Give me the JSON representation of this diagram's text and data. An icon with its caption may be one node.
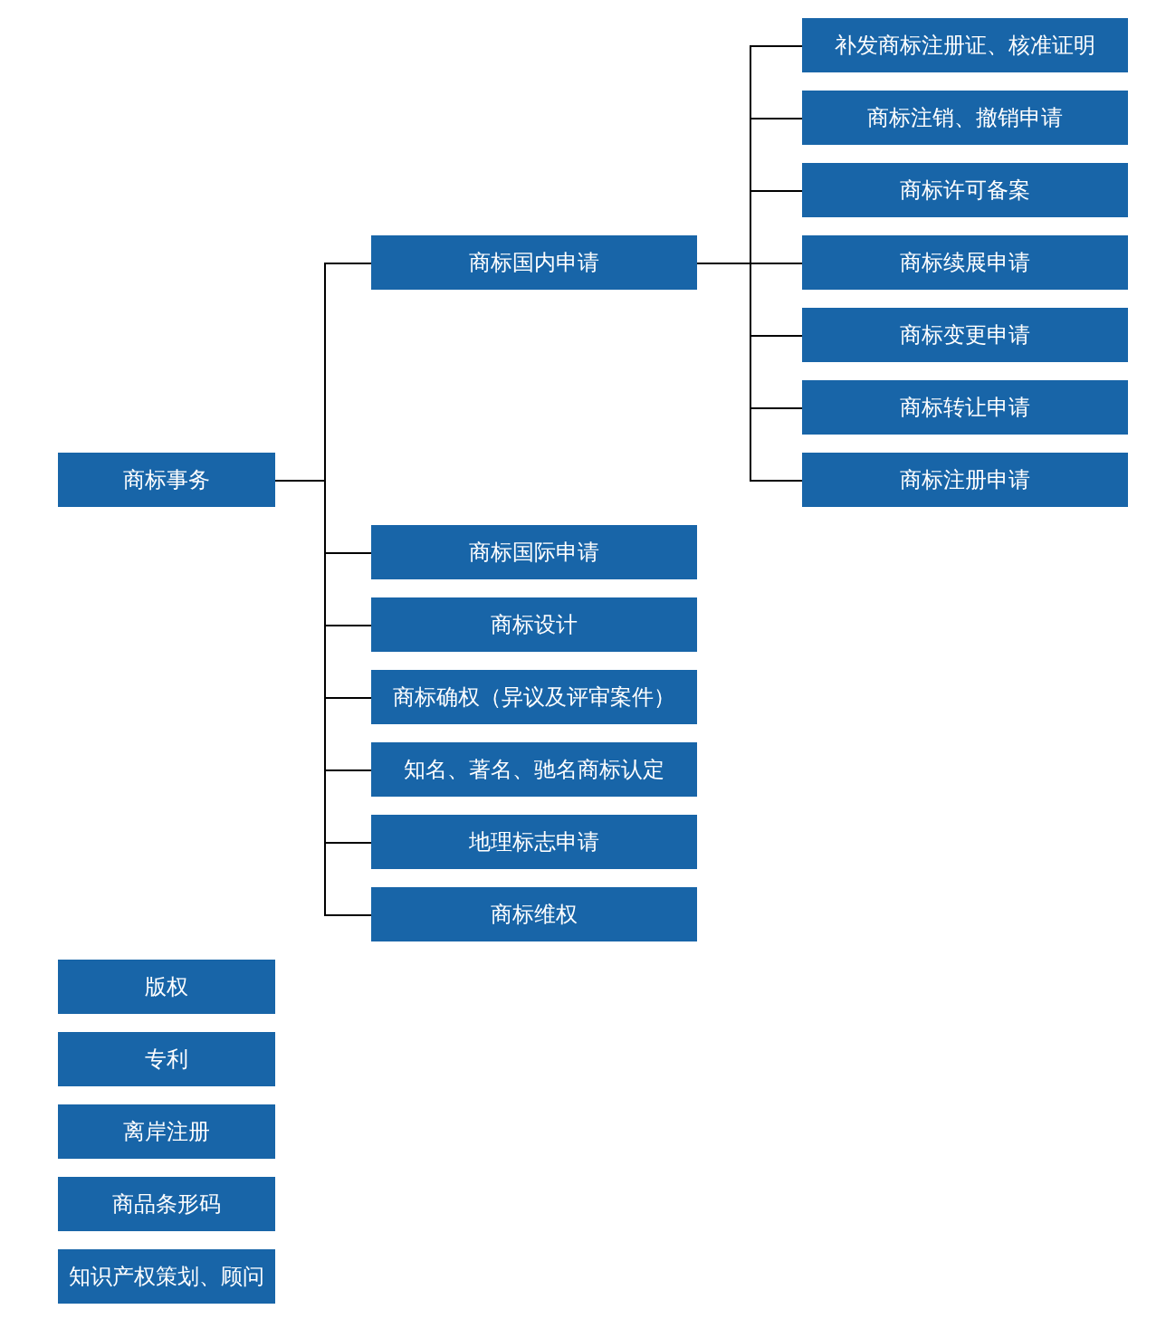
{
  "diagram": {
    "nodes": [
      {
        "text": [
          "商标事务"
        ]
      },
      {
        "text": [
          "商标国内申请"
        ]
      },
      {
        "text": [
          "补发商标注册证、核准证明"
        ]
      },
      {
        "text": [
          "商标注销、撤销申请"
        ]
      },
      {
        "text": [
          "商标许可备案"
        ]
      },
      {
        "text": [
          "商标续展申请"
        ]
      },
      {
        "text": [
          "商标变更申请"
        ]
      },
      {
        "text": [
          "商标转让申请"
        ]
      },
      {
        "text": [
          "商标注册申请"
        ]
      },
      {
        "text": [
          "商标国际申请"
        ]
      },
      {
        "text": [
          "商标设计"
        ]
      },
      {
        "text": [
          "商标确权（异议及评审案件）"
        ]
      },
      {
        "text": [
          "知名、著名、驰名商标认定"
        ]
      },
      {
        "text": [
          "地理标志申请"
        ]
      },
      {
        "text": [
          "商标维权"
        ]
      },
      {
        "text": [
          "版权"
        ]
      },
      {
        "text": [
          "专利"
        ]
      },
      {
        "text": [
          "离岸注册"
        ]
      },
      {
        "text": [
          "商品条形码"
        ]
      },
      {
        "text": [
          "知识产权策划、顾问"
        ]
      }
    ],
    "edges": [
      {
        "from": 0,
        "to": 1,
        "arrow": "none"
      },
      {
        "from": 1,
        "to": 2,
        "arrow": "none"
      },
      {
        "from": 1,
        "to": 3,
        "arrow": "none"
      },
      {
        "from": 1,
        "to": 4,
        "arrow": "none"
      },
      {
        "from": 1,
        "to": 5,
        "arrow": "none"
      },
      {
        "from": 1,
        "to": 6,
        "arrow": "none"
      },
      {
        "from": 1,
        "to": 7,
        "arrow": "none"
      },
      {
        "from": 1,
        "to": 8,
        "arrow": "none"
      },
      {
        "from": 0,
        "to": 9,
        "arrow": "none"
      },
      {
        "from": 0,
        "to": 10,
        "arrow": "none"
      },
      {
        "from": 0,
        "to": 11,
        "arrow": "none"
      },
      {
        "from": 0,
        "to": 12,
        "arrow": "none"
      },
      {
        "from": 0,
        "to": 13,
        "arrow": "none"
      },
      {
        "from": 0,
        "to": 14,
        "arrow": "none"
      }
    ]
  }
}
